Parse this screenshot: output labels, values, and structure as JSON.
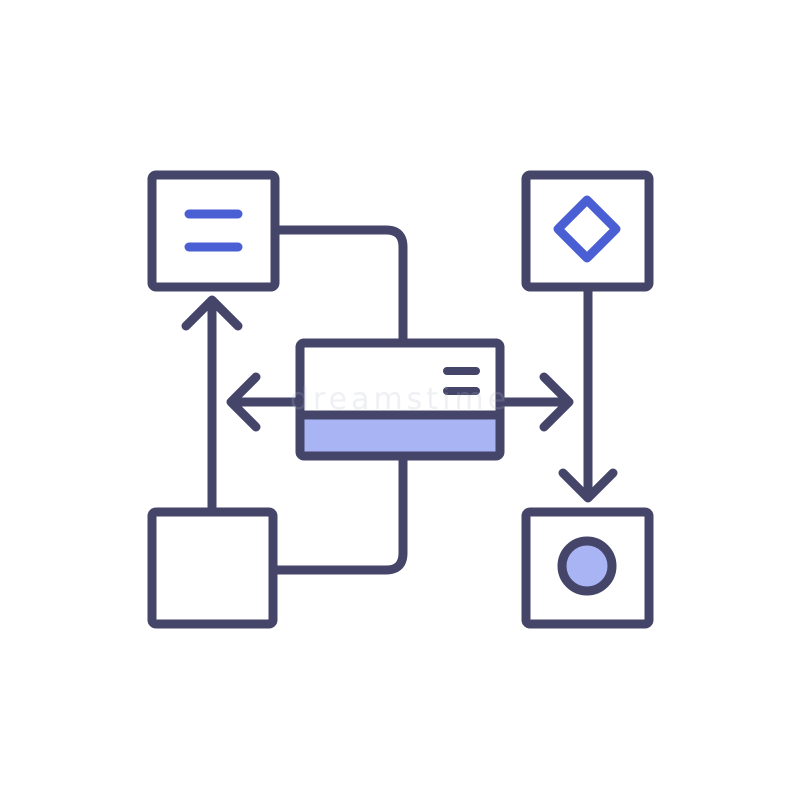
{
  "colors": {
    "background": "#ffffff",
    "stroke": "#45456a",
    "accent_blue": "#4a5fd3",
    "fill_light": "#a9b4f5"
  },
  "diagram": {
    "nodes": [
      {
        "id": "top-left-box",
        "icon": "text-lines-icon"
      },
      {
        "id": "top-right-box",
        "icon": "diamond-icon"
      },
      {
        "id": "center-card",
        "icon": "card-icon"
      },
      {
        "id": "bottom-left-box",
        "icon": "blank-box-icon"
      },
      {
        "id": "bottom-right-box",
        "icon": "circle-icon"
      }
    ],
    "edges": [
      {
        "from": "bottom-left-box",
        "to": "top-left-box",
        "arrow": "end"
      },
      {
        "from": "top-left-box",
        "to": "center-card",
        "arrow": "none"
      },
      {
        "from": "center-card",
        "to": "bottom-left-box",
        "arrow": "none"
      },
      {
        "from": "top-right-box",
        "to": "bottom-right-box",
        "arrow": "end"
      },
      {
        "from": "center-card",
        "to": "left",
        "arrow": "both"
      }
    ]
  },
  "watermark": "dreamstime"
}
